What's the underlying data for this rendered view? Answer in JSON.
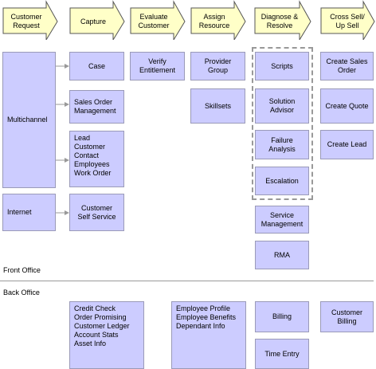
{
  "stages": [
    {
      "label": "Customer\nRequest"
    },
    {
      "label": "Capture"
    },
    {
      "label": "Evaluate\nCustomer"
    },
    {
      "label": "Assign\nResource"
    },
    {
      "label": "Diagnose &\nResolve"
    },
    {
      "label": "Cross Sell/\nUp Sell"
    }
  ],
  "channels": {
    "multichannel": "Multichannel",
    "internet": "Internet"
  },
  "capture": {
    "case": "Case",
    "sales_order": "Sales Order\nManagement",
    "contacts": "Lead\nCustomer\nContact\nEmployees\nWork Order",
    "self_service": "Customer\nSelf Service"
  },
  "evaluate": {
    "verify": "Verify\nEntitlement"
  },
  "assign": {
    "provider_group": "Provider\nGroup",
    "skillsets": "Skillsets"
  },
  "diagnose": {
    "scripts": "Scripts",
    "solution_advisor": "Solution\nAdvisor",
    "failure_analysis": "Failure\nAnalysis",
    "escalation": "Escalation",
    "service_management": "Service\nManagement",
    "rma": "RMA"
  },
  "cross_sell": {
    "create_sales_order": "Create Sales\nOrder",
    "create_quote": "Create Quote",
    "create_lead": "Create Lead"
  },
  "sections": {
    "front_office": "Front Office",
    "back_office": "Back Office"
  },
  "back_office": {
    "credit": "Credit Check\nOrder Promising\nCustomer Ledger\nAccount Stats\nAsset Info",
    "employee": "Employee Profile\nEmployee Benefits\nDependant Info",
    "billing": "Billing",
    "time_entry": "Time Entry",
    "customer_billing": "Customer\nBilling"
  },
  "colors": {
    "box_fill": "#ccccff",
    "arrow_fill": "#ffffc8",
    "connector": "#999999"
  }
}
